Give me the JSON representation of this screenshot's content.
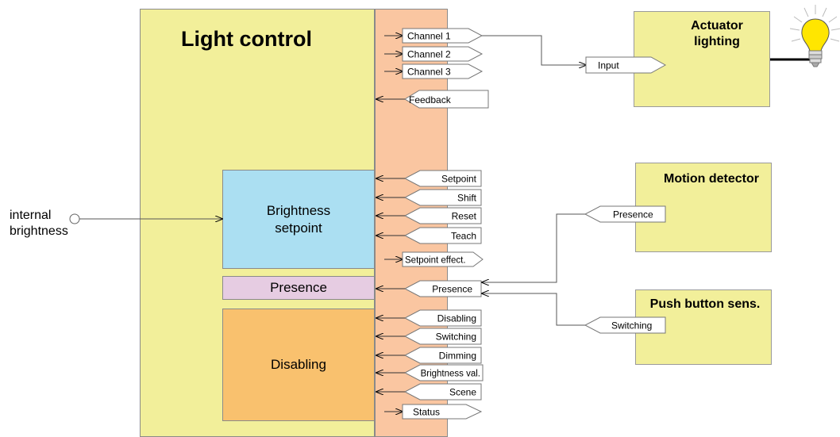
{
  "main": {
    "title": "Light control"
  },
  "blocks": {
    "brightness_setpoint": "Brightness setpoint",
    "presence": "Presence",
    "disabling": "Disabling"
  },
  "external_input": "internal brightness",
  "outputs": [
    "Channel 1",
    "Channel 2",
    "Channel 3"
  ],
  "feedback": "Feedback",
  "brightness_inputs": [
    "Setpoint",
    "Shift",
    "Reset",
    "Teach"
  ],
  "brightness_output": "Setpoint effect.",
  "presence_input": "Presence",
  "disabling_inputs": [
    "Disabling",
    "Switching",
    "Dimming",
    "Brightness val.",
    "Scene"
  ],
  "status_output": "Status",
  "devices": {
    "actuator": {
      "title": "Actuator lighting",
      "port": "Input"
    },
    "motion": {
      "title": "Motion detector",
      "port": "Presence"
    },
    "push": {
      "title": "Push button sens.",
      "port": "Switching"
    }
  },
  "colors": {
    "main": "#f2ef9a",
    "interface": "#fac6a1",
    "brightness": "#abdff2",
    "presence": "#e6cce2",
    "disabling": "#f9c16e",
    "bulb": "#ffe600"
  }
}
